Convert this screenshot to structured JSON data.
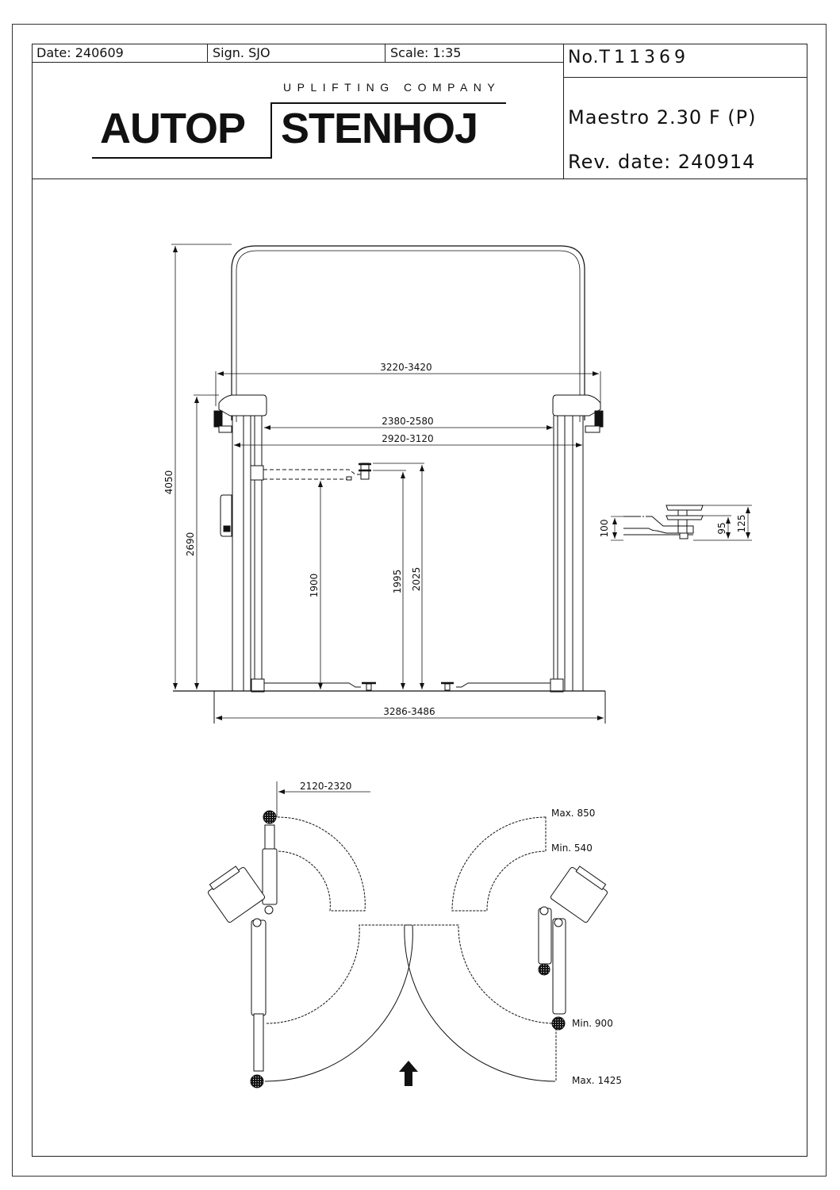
{
  "title_block": {
    "date": "Date: 240609",
    "sign": "Sign. SJO",
    "scale": "Scale: 1:35",
    "drawing_no_prefix": "No.",
    "drawing_no": "T11369",
    "model": "Maestro 2.30 F (P)",
    "rev_date": "Rev. date: 240914"
  },
  "logo": {
    "tagline": "UPLIFTING COMPANY",
    "left_word": "AUTOP",
    "right_word": "STENHOJ"
  },
  "front_view": {
    "dimensions": {
      "overall_height": "4050",
      "column_height": "2690",
      "width_top": "3220-3420",
      "inner_width": "2380-2580",
      "between_columns": "2920-3120",
      "base_width": "3286-3486",
      "lift_height_1": "1900",
      "lift_height_2": "1995",
      "lift_height_3": "2025"
    }
  },
  "pad_detail": {
    "dimensions": {
      "arm_height": "100",
      "pad_low": "95",
      "pad_high": "125"
    }
  },
  "top_view": {
    "dimensions": {
      "arm_width": "2120-2320",
      "short_arm_max": "Max. 850",
      "short_arm_min": "Min. 540",
      "long_arm_min": "Min. 900",
      "long_arm_max": "Max. 1425"
    },
    "drive_direction_icon": "arrow-up-icon"
  }
}
